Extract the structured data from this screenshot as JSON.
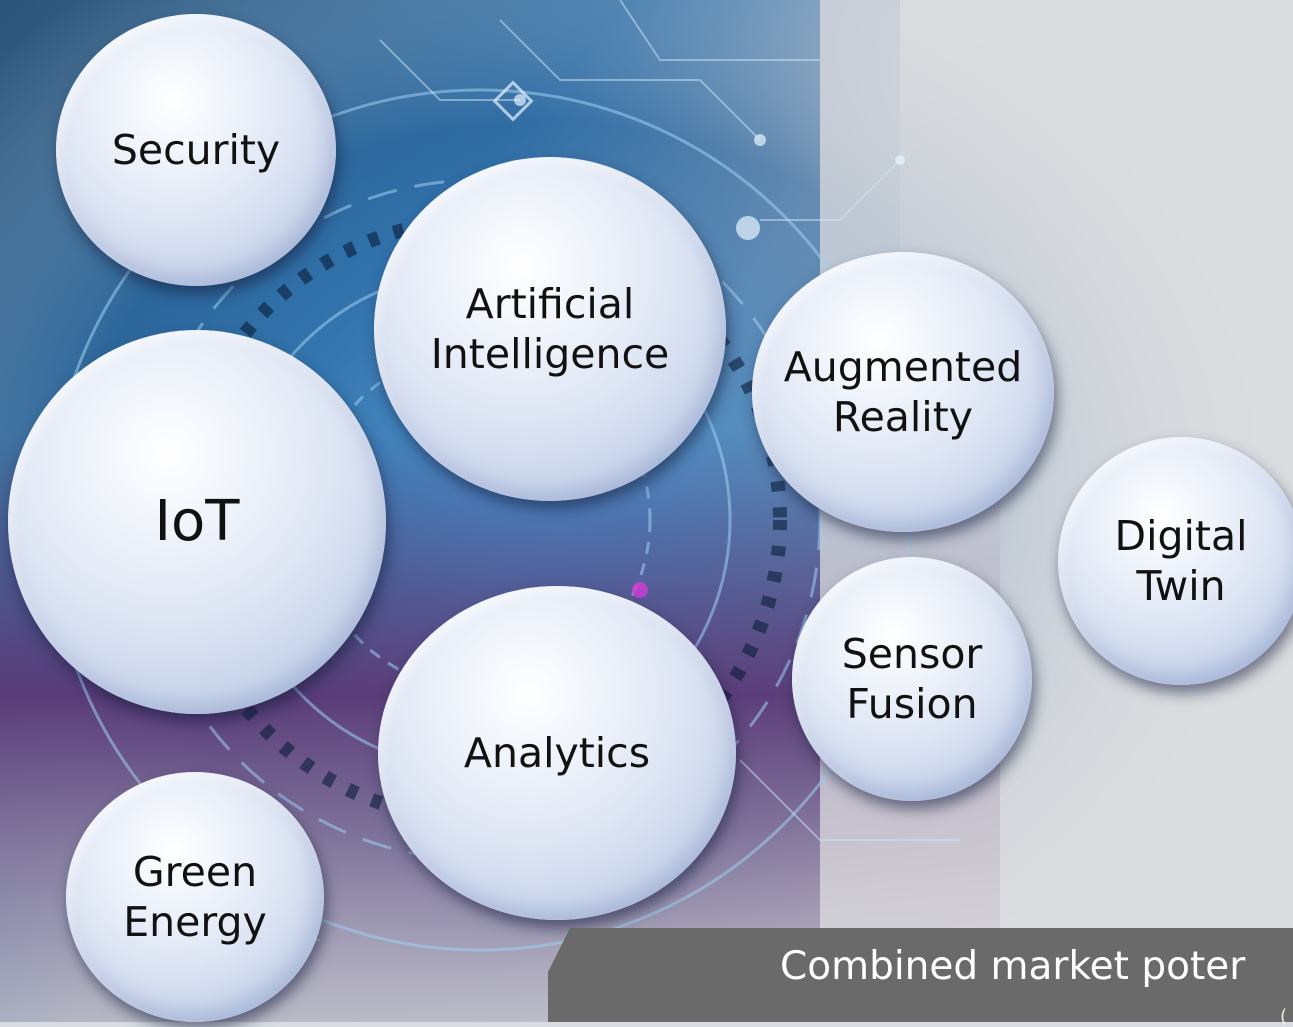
{
  "bubbles": {
    "security": "Security",
    "ai": "Artificial\nIntelligence",
    "ar": "Augmented\nReality",
    "iot": "IoT",
    "digital_twin": "Digital\nTwin",
    "sensor_fusion": "Sensor\nFusion",
    "analytics": "Analytics",
    "green_energy": "Green\nEnergy"
  },
  "banner": {
    "text": "Combined market poter",
    "sub": "("
  }
}
